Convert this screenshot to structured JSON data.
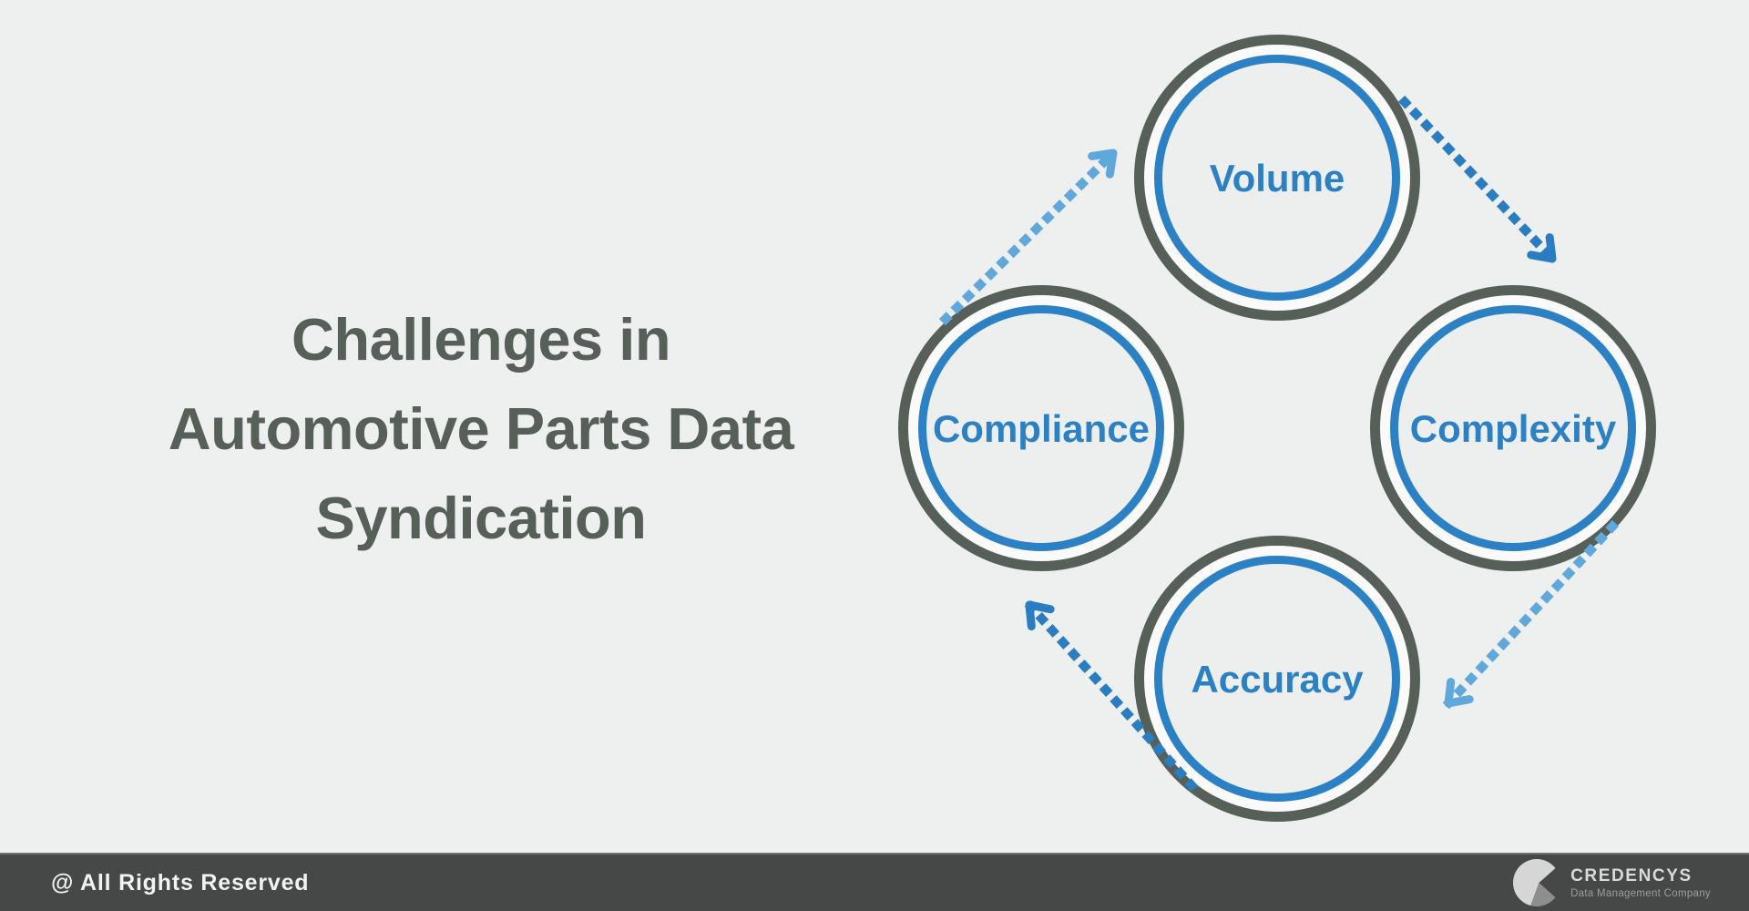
{
  "title": {
    "lines": [
      "Challenges in",
      "Automotive Parts Data",
      "Syndication"
    ]
  },
  "diagram": {
    "flow": "clockwise",
    "nodes": [
      {
        "id": "volume",
        "label": "Volume"
      },
      {
        "id": "complexity",
        "label": "Complexity"
      },
      {
        "id": "accuracy",
        "label": "Accuracy"
      },
      {
        "id": "compliance",
        "label": "Compliance"
      }
    ]
  },
  "footer": {
    "copyright": "@ All Rights Reserved",
    "logo": {
      "name": "CREDENCYS",
      "tagline": "Data Management Company"
    }
  },
  "colors": {
    "background": "#eeefef",
    "title_text": "#566059",
    "ring_outer": "#566059",
    "ring_inner": "#2b81c4",
    "node_label": "#2b81c4",
    "arrow_light": "#60a8dc",
    "arrow_dark": "#2a7dc0",
    "footer_bg": "#454847",
    "footer_text": "#f2f2f2",
    "logo_icon_light": "#d6d6d6",
    "logo_icon_dark": "#8e8e8e"
  }
}
